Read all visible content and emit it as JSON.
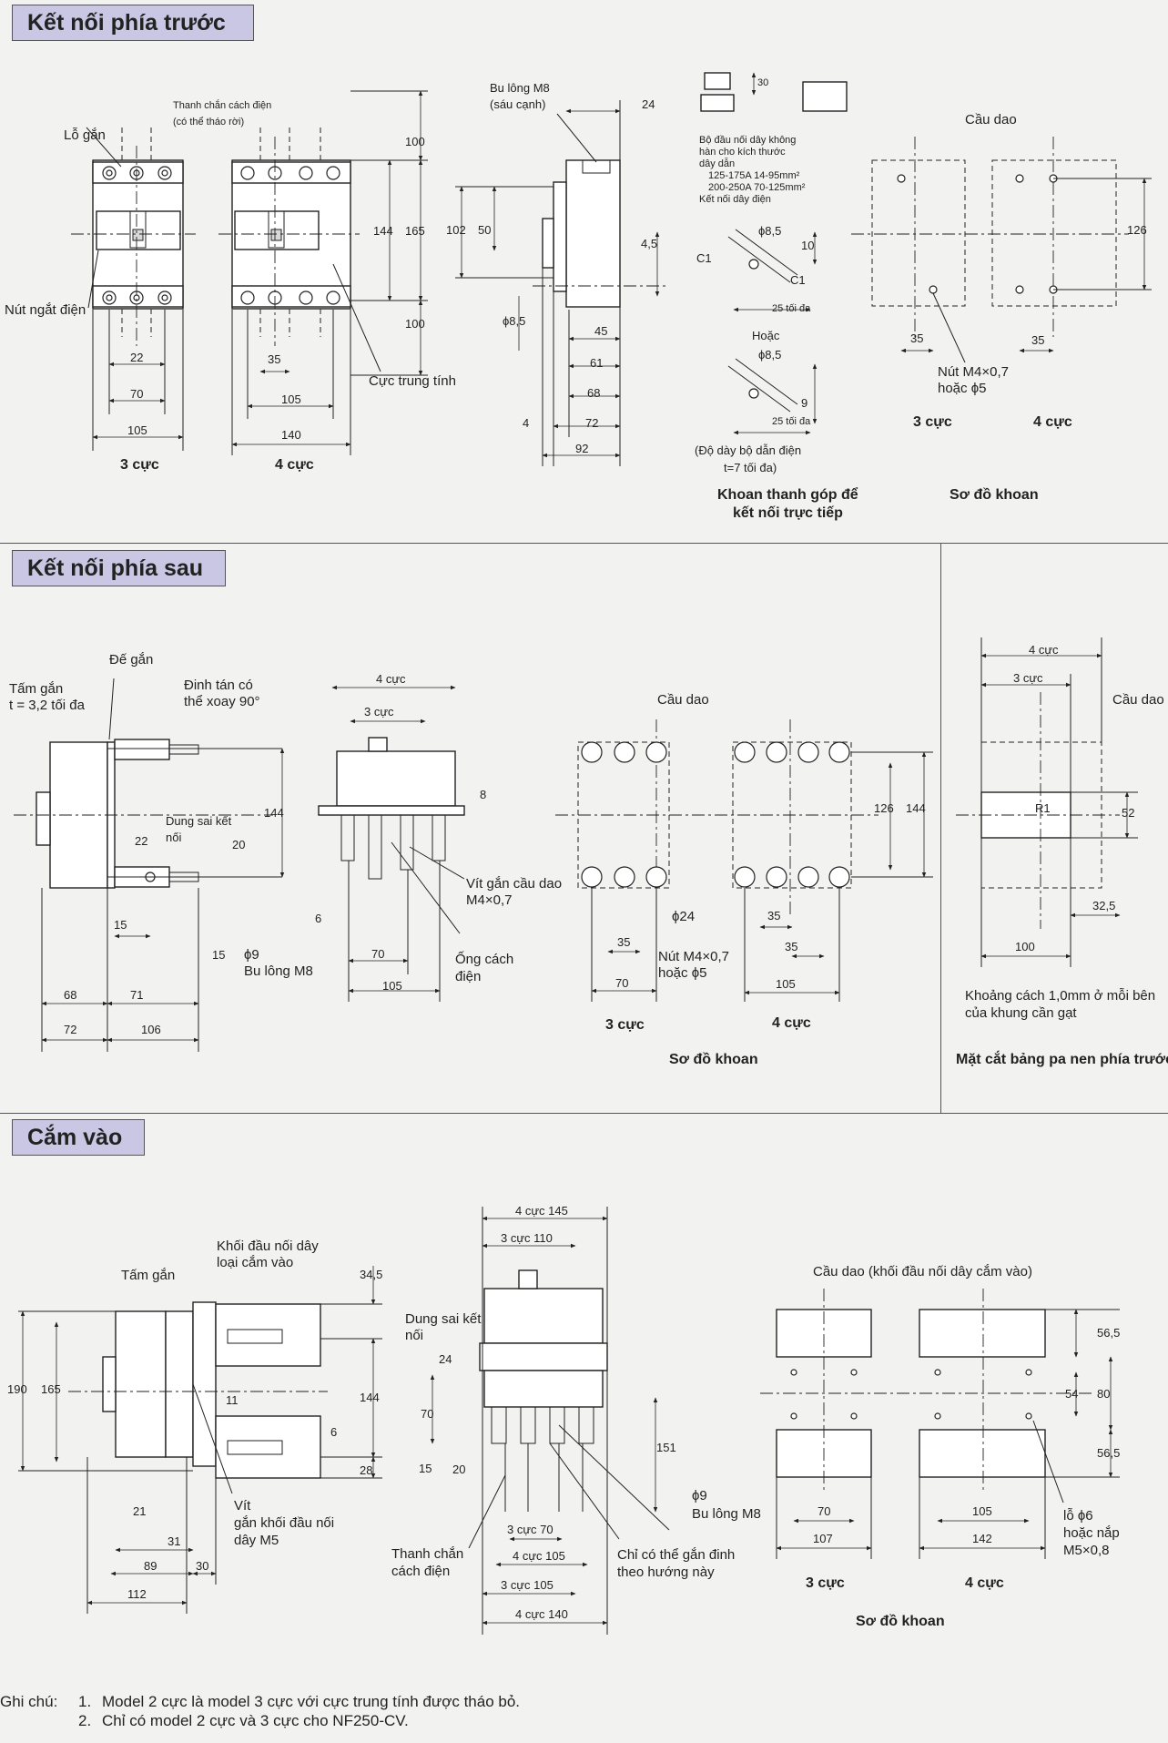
{
  "sections": {
    "front": {
      "title": "Kết nối phía trước"
    },
    "rear": {
      "title": "Kết nối phía sau"
    },
    "plugin": {
      "title": "Cắm vào"
    }
  },
  "front": {
    "labels": {
      "insulating_barrier": "Thanh chắn cách điện",
      "removable": "(có thể tháo rời)",
      "mounting_hole": "Lỗ gắn",
      "trip_button": "Nút ngắt điện",
      "neutral_pole": "Cực trung tính",
      "bolt": "Bu lông M8",
      "hex": "(sáu cạnh)",
      "solderless_1": "Bộ đầu nối dây không",
      "solderless_2": "hàn cho kích thước",
      "solderless_3": "dây dẫn",
      "solderless_4": "125-175A 14-95mm²",
      "solderless_5": "200-250A 70-125mm²",
      "solderless_6": "Kết nối dây điện",
      "max_25_a": "25 tối đa",
      "or": "Hoặc",
      "max_25_b": "25 tối đa",
      "busbar_thick_1": "(Độ dày bộ dẫn điện",
      "busbar_thick_2": "t=7 tối đa)",
      "breaker": "Cầu dao",
      "knob_1": "Nút M4×0,7",
      "knob_2": "hoặc ϕ5"
    },
    "dims": {
      "d100a": "100",
      "d144": "144",
      "d165": "165",
      "d100b": "100",
      "d22": "22",
      "d70": "70",
      "d105": "105",
      "d35": "35",
      "d105b": "105",
      "d140": "140",
      "d24": "24",
      "d102": "102",
      "d50": "50",
      "d45": "4,5",
      "d85": "ϕ8,5",
      "d45b": "45",
      "d61": "61",
      "d68": "68",
      "d72": "72",
      "d92": "92",
      "d4": "4",
      "d30": "30",
      "d85b": "ϕ8,5",
      "d85c": "ϕ8,5",
      "dc1a": "C1",
      "dc1b": "C1",
      "d10": "10",
      "d9": "9",
      "d126": "126",
      "d35c": "35",
      "d35d": "35"
    },
    "captions": {
      "p3": "3 cực",
      "p4": "4 cực",
      "busbar_1": "Khoan thanh góp để",
      "busbar_2": "kết nối trực tiếp",
      "drill_p3": "3 cực",
      "drill_p4": "4 cực",
      "drill": "Sơ đồ khoan"
    }
  },
  "rear": {
    "labels": {
      "base": "Đế gắn",
      "plate_1": "Tấm gắn",
      "plate_2": "t = 3,2 tối đa",
      "stud_1": "Đinh tán có",
      "stud_2": "thể xoay 90°",
      "tol_1": "Dung sai kết",
      "tol_2": "nối",
      "bolt_phi": "ϕ9",
      "bolt": "Bu lông M8",
      "screw_1": "Vít gắn cầu dao",
      "screw_2": "M4×0,7",
      "tube_1": "Ống cách",
      "tube_2": "điện",
      "breaker": "Cầu dao",
      "phi24": "ϕ24",
      "knob_1": "Nút M4×0,7",
      "knob_2": "hoặc ϕ5",
      "p4_top": "4 cực",
      "p3_top": "3 cực",
      "breaker_r": "Cầu dao",
      "clear_1": "Khoảng cách 1,0mm ở mỗi bên",
      "clear_2": "của khung cần gạt"
    },
    "dims": {
      "d144": "144",
      "d22": "22",
      "d20": "20",
      "d15": "15",
      "d15b": "15",
      "d68": "68",
      "d71": "71",
      "d72": "72",
      "d106": "106",
      "d4c": "4 cực",
      "d3c": "3 cực",
      "d8": "8",
      "d6": "6",
      "d70": "70",
      "d105": "105",
      "d126": "126",
      "d144b": "144",
      "d35": "35",
      "d35b": "35",
      "d35c": "35",
      "d70b": "70",
      "d105b": "105",
      "d52": "52",
      "dR1": "R1",
      "d325": "32,5",
      "d100": "100"
    },
    "captions": {
      "p3": "3 cực",
      "p4": "4 cực",
      "drill": "Sơ đồ khoan",
      "panel": "Mặt cắt bảng pa nen phía trước"
    }
  },
  "plugin": {
    "labels": {
      "block_1": "Khối đầu nối dây",
      "block_2": "loại cắm vào",
      "plate": "Tấm gắn",
      "screw_1": "Vít",
      "screw_2": "gắn khối đầu nối",
      "screw_3": "dây M5",
      "tol_1": "Dung sai kết",
      "tol_2": "nối",
      "phi9": "ϕ9",
      "bolt": "Bu lông M8",
      "barrier_1": "Thanh chắn",
      "barrier_2": "cách điện",
      "only_1": "Chỉ có thể gắn đinh",
      "only_2": "theo hướng này",
      "breaker": "Cầu dao (khối đầu nối dây cắm vào)",
      "hole_1": "lỗ ϕ6",
      "hole_2": "hoặc nắp",
      "hole_3": "M5×0,8"
    },
    "dims": {
      "d345": "34,5",
      "d190": "190",
      "d165": "165",
      "d11": "11",
      "d144": "144",
      "d6": "6",
      "d28": "28",
      "d21": "21",
      "d31": "31",
      "d89": "89",
      "d30": "30",
      "d112": "112",
      "d4c145": "4 cực 145",
      "d3c110": "3 cực 110",
      "d24": "24",
      "d70": "70",
      "d15": "15",
      "d20": "20",
      "d151": "151",
      "d3c70": "3 cực 70",
      "d4c105": "4 cực 105",
      "d3c105": "3 cực 105",
      "d4c140": "4 cực 140",
      "d565a": "56,5",
      "d54": "54",
      "d80": "80",
      "d565b": "56,5",
      "d70b": "70",
      "d107": "107",
      "d105": "105",
      "d142": "142"
    },
    "captions": {
      "p3": "3 cực",
      "p4": "4 cực",
      "drill": "Sơ đồ khoan"
    }
  },
  "notes": {
    "header": "Ghi chú:",
    "items": [
      {
        "num": "1.",
        "text": "Model 2 cực là model 3 cực với cực trung tính được tháo bỏ."
      },
      {
        "num": "2.",
        "text": "Chỉ có model 2 cực và 3 cực cho NF250-CV."
      }
    ]
  }
}
